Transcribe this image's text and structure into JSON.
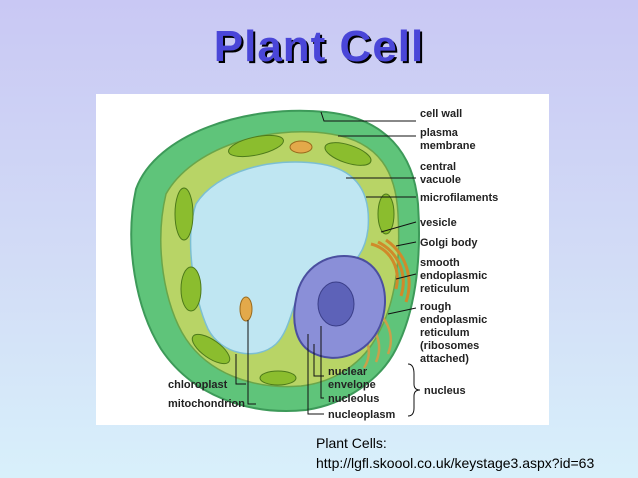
{
  "slide": {
    "title": "Plant Cell",
    "caption_line1": "Plant Cells:",
    "caption_line2": "http://lgfl.skoool.co.uk/keystage3.aspx?id=63"
  },
  "diagram": {
    "labels": {
      "cell_wall": "cell wall",
      "plasma_1": "plasma",
      "plasma_2": "membrane",
      "vacuole_1": "central",
      "vacuole_2": "vacuole",
      "microfilaments": "microfilaments",
      "vesicle": "vesicle",
      "golgi": "Golgi body",
      "ser_1": "smooth",
      "ser_2": "endoplasmic",
      "ser_3": "reticulum",
      "rer_1": "rough",
      "rer_2": "endoplasmic",
      "rer_3": "reticulum",
      "rer_4": "(ribosomes",
      "rer_5": "attached)",
      "env_1": "nuclear",
      "env_2": "envelope",
      "nucleolus": "nucleolus",
      "nucleoplasm": "nucleoplasm",
      "nucleus": "nucleus",
      "chloroplast": "chloroplast",
      "mitochondrion": "mitochondrion"
    },
    "colors": {
      "cell_wall": "#5fc47a",
      "cytoplasm": "#b8d466",
      "vacuole": "#bfe6f2",
      "chloroplast": "#8bbd2e",
      "nucleus": "#8a8fd8",
      "golgi": "#e0a640"
    }
  }
}
